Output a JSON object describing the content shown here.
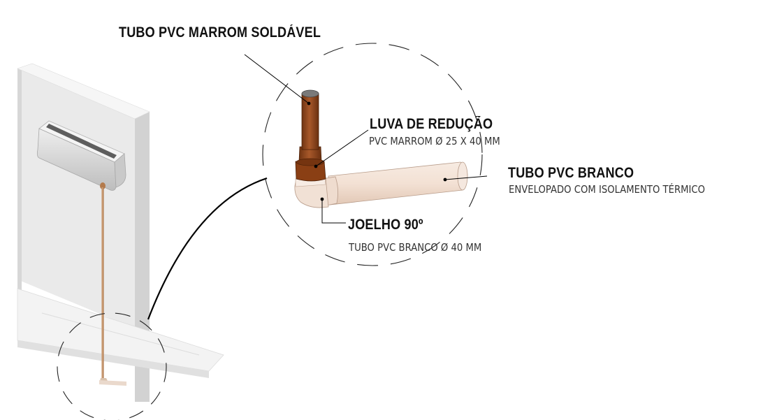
{
  "labels": {
    "brown_pipe": {
      "title": "TUBO PVC MARROM SOLDÁVEL"
    },
    "reducer": {
      "title": "LUVA DE REDUÇÃO",
      "subtitle": "PVC MARROM Ø 25 X 40 MM"
    },
    "white_pipe": {
      "title": "TUBO PVC BRANCO",
      "subtitle": "ENVELOPADO COM ISOLAMENTO TÉRMICO"
    },
    "elbow": {
      "title": "JOELHO 90º",
      "subtitle": "TUBO PVC BRANCO Ø 40 MM"
    }
  },
  "colors": {
    "brown_pipe": "#a0522d",
    "white_pipe": "#f2e2d6",
    "wall": "#e4e4e4",
    "leader": "#000000"
  }
}
